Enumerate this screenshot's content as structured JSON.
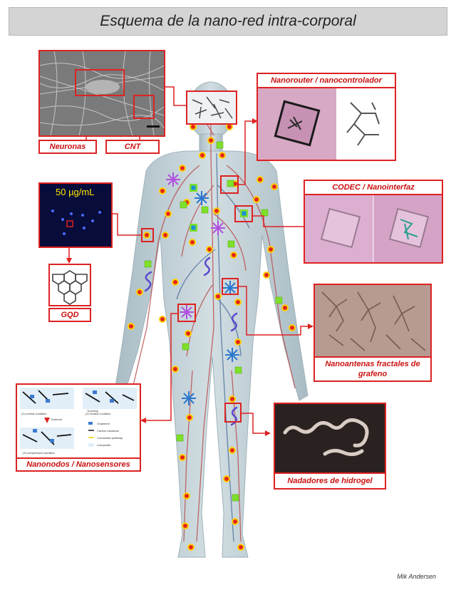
{
  "title": "Esquema de la nano-red intra-corporal",
  "labels": {
    "neuronas": "Neuronas",
    "cnt": "CNT",
    "nanorouter": "Nanorouter / nanocontrolador",
    "codec": "CODEC / Nanointerfaz",
    "gqd": "GQD",
    "concentration": "50 µg/mL",
    "nanoantenas": "Nanoantenas fractales de grafeno",
    "nanonodos": "Nanonodos / Nanosensores",
    "nadadores": "Nadadores de hidrogel"
  },
  "sensor_figure": {
    "caption_1": "(1) normal condition",
    "caption_2": "(2) heated condition",
    "caption_3": "(3) compressed condition",
    "legend": [
      "Graphene",
      "Carbon nanotube",
      "Conductive pathway",
      "Composite"
    ],
    "external": "External",
    "tunneling": "Tunneling"
  },
  "credit": "Mik Andersen",
  "colors": {
    "accent": "#dd2222",
    "body": "#c5d4da",
    "node_red": "#e0261c",
    "node_yellow": "#ffd000",
    "node_green": "#7ee02a",
    "node_blue": "#1a8fd8",
    "star_purple": "#b050e0",
    "star_blue": "#2a78d0"
  }
}
